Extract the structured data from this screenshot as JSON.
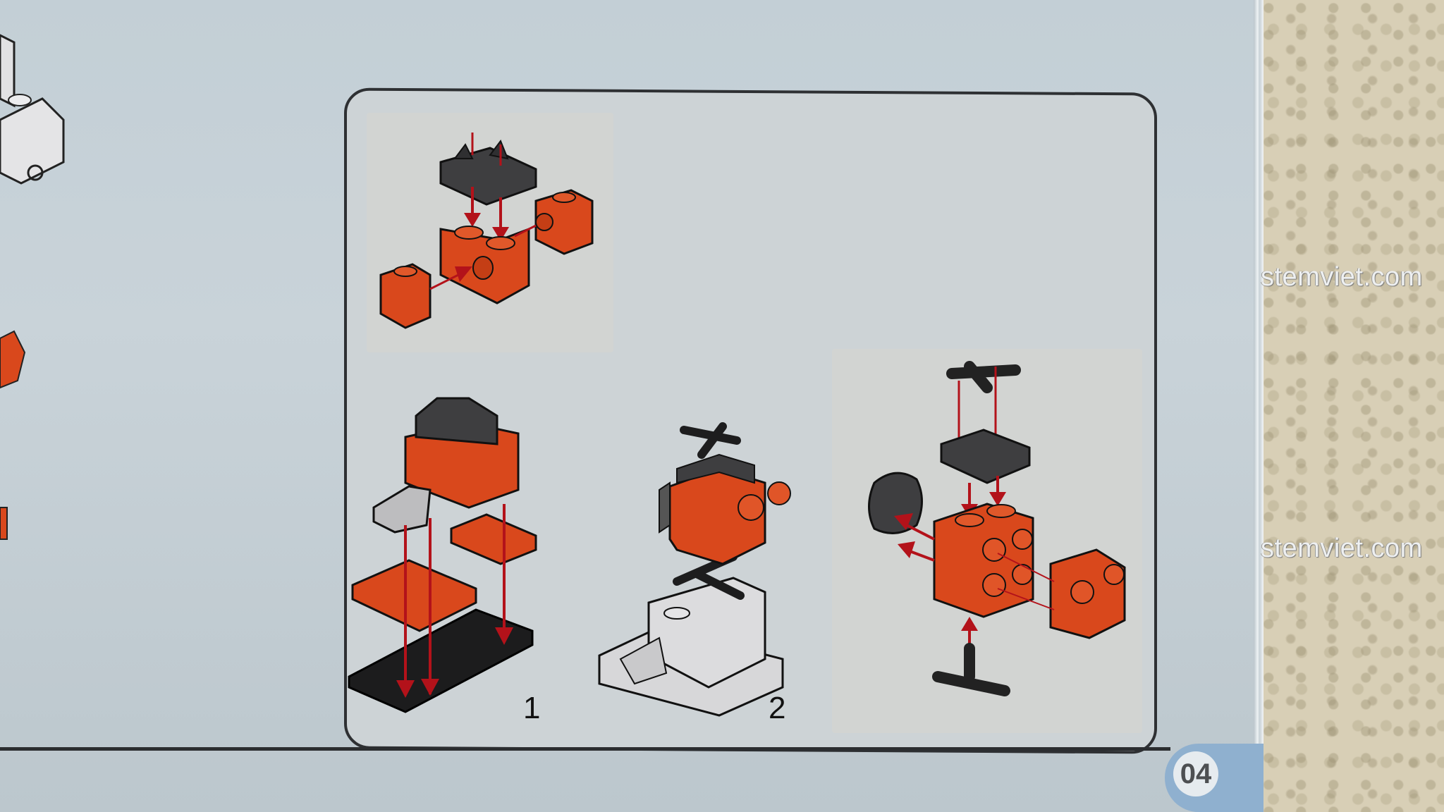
{
  "booklet": {
    "page_number": "04",
    "steps": [
      {
        "label": "",
        "description": "Sub-assembly: dark clip plate onto 1x2 orange brick with side bricks"
      },
      {
        "label": "1",
        "description": "Head assembly placed onto orange plates and black base plate"
      },
      {
        "label": "2",
        "description": "Orange head with dark bars mounted on light grey base"
      },
      {
        "label": "",
        "description": "Exploded view: orange brick with clip plate, bars, round dark plate and side piece"
      }
    ]
  },
  "watermarks": [
    "stemviet.com",
    "stemviet.com"
  ],
  "colors": {
    "page_background": "#c6d0d6",
    "brick_orange": "#d9481c",
    "brick_dark": "#3e3e40",
    "brick_light": "#d7d7d9",
    "arrow_red": "#b3121a",
    "page_tab_blue": "#8fb0cf",
    "carpet": "#d8cfb6"
  }
}
